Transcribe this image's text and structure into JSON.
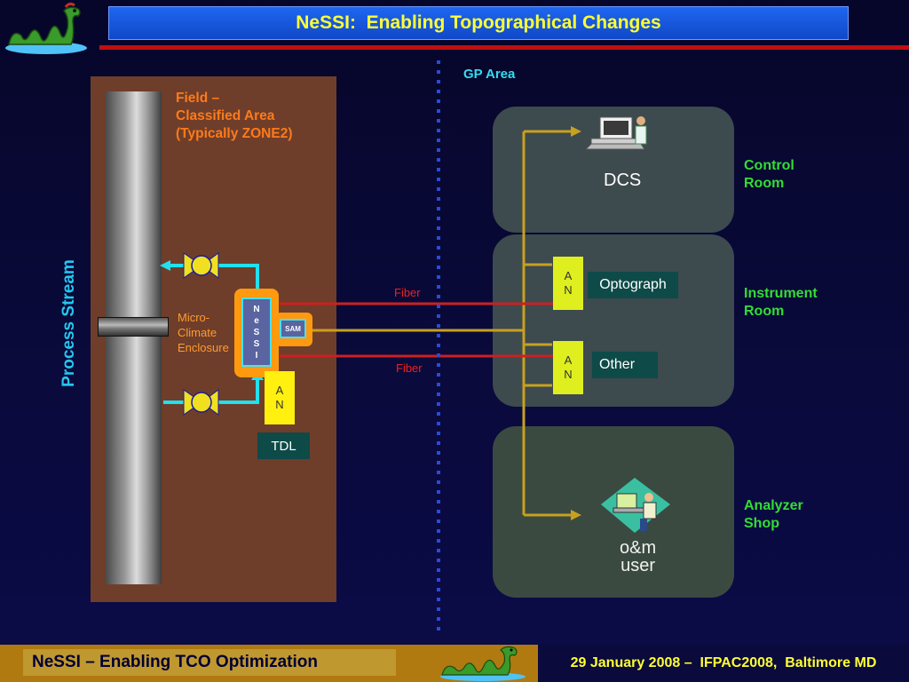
{
  "header": {
    "title": "NeSSI:  Enabling Topographical Changes"
  },
  "field_area": {
    "label": "Field –\nClassified Area\n(Typically ZONE2)",
    "process_stream_label": "Process Stream",
    "enclosure_label": "Micro-\nClimate\nEnclosure",
    "nessi_letters": [
      "N",
      "e",
      "S",
      "S",
      "I"
    ],
    "sam_label": "SAM",
    "an_letters": [
      "A",
      "N"
    ],
    "tdl_label": "TDL"
  },
  "gp_area": {
    "label": "GP Area",
    "fiber_top": "Fiber",
    "fiber_bottom": "Fiber"
  },
  "rooms": {
    "control": {
      "label": "Control\nRoom",
      "dcs_label": "DCS"
    },
    "instrument": {
      "label": "Instrument\nRoom",
      "an1": [
        "A",
        "N"
      ],
      "optograph_label": "Optograph",
      "an2": [
        "A",
        "N"
      ],
      "other_label": "Other"
    },
    "analyzer": {
      "label": "Analyzer\nShop",
      "om_label": "o&m\nuser"
    }
  },
  "footer": {
    "left_text": "NeSSI – Enabling TCO Optimization",
    "right_text": "29 January 2008 –  IFPAC2008,  Baltimore MD"
  },
  "colors": {
    "title_text": "#ffff33",
    "field_label": "#ff7a1a",
    "room_label": "#33dd33",
    "gp_label": "#33ddee",
    "fiber_line": "#cc2020",
    "gold_line": "#c8a020",
    "cyan_pipe": "#22e0ee"
  }
}
